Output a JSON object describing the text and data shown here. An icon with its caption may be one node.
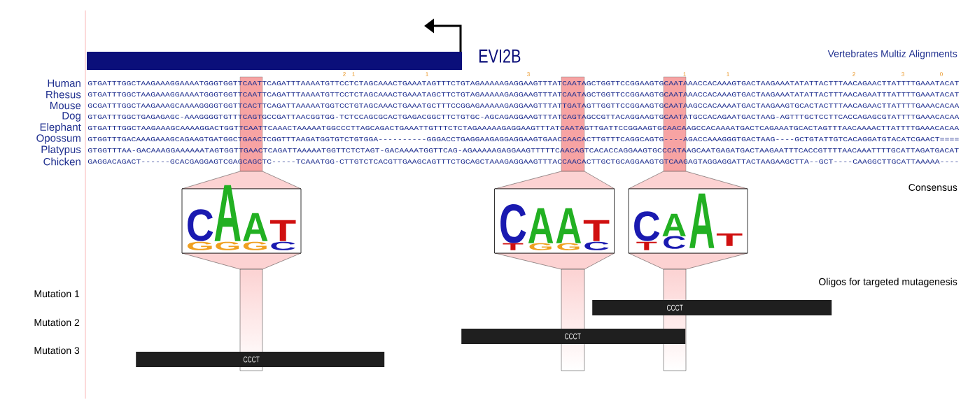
{
  "diagram": {
    "nodes": [
      {
        "text": [
          "C",
          "A",
          "A",
          "T",
          "G",
          "G",
          "G",
          "C"
        ]
      },
      {
        "text": [
          "C",
          "A",
          "A",
          "T",
          "T",
          "G",
          "G",
          "C"
        ]
      },
      {
        "text": [
          "C",
          "A",
          "A",
          "T",
          "T",
          "C"
        ]
      },
      {
        "text": [
          "CCCT"
        ]
      },
      {
        "text": [
          "CCCT"
        ]
      },
      {
        "text": [
          "CCCT"
        ]
      }
    ],
    "edges": [],
    "labels": [
      "EVI2B",
      "Vertebrates Multiz Alignments",
      "2",
      "1",
      "1",
      "3",
      "1",
      "1",
      "2",
      "3",
      "0",
      "Human",
      "GTGATTTGGCTAAGAAAGGAAAATGGGTGGTTCAATTCAGATTTAAAATGTTCCTCTAGCAAACTGAAATAGTTTCTGTAGAAAAAGAGGAAGTTTATCAATAGCTGGTTCCGGAAGTGCAATAAACCACAAAGTGACTAAGAAATATATTACTTTAACAGAACTTATTTTGAAATACAT",
      "Rhesus",
      "GTGATTTGGCTAAGAAAGGAAAATGGGTGGTTCAATTCAGATTTAAAATGTTCCTCTAGCAAACTGAAATAGCTTCTGTAGAAAAAGAGGAAGTTTATCAATAGCTGGTTCCGGAAGTGCAATAAACCACAAAGTGACTAAGAAATATATTACTTTAACAGAATTTATTTTGAAATACAT",
      "Mouse",
      "GCGATTTGGCTAAGAAAGCAAAAGGGGTGGTTCACTTCAGATTAAAAATGGTCCTGTAGCAAACTGAAATGCTTTCCGGAGAAAAAGAGGAAGTTTATTGATAGTTGGTTCCGGAAGTGCAATAAGCCACAAAATGACTAAGAAGTGCACTACTTTAACAGAACTTATTTTGAAACACAA",
      "Dog",
      "GTGATTTGGCTGAGAGAGC-AAAGGGGTGTTTCAGTGCCGATTAACGGTGG-TCTCCAGCGCACTGAGACGGCTTCTGTGC-AGCAGAGGAAGTTTATCAGTAGCCGTTACAGGAAGTGCAATATGCCACAGAATGACTAAG-AGTTTGCTCCTTCACCAGAGCGTATTTTGAAACACAA",
      "Elephant",
      "GTGATTTGGCTAAGAAAGCAAAAGGACTGGTTCAATTCAAACTAAAAATGGCCCTTAGCAGACTGAAATTGTTTCTCTAGAAAAAGAGGAAGTTTATCAATAGTTGATTCCGGAAGTGCAACAAGCCACAAAATGACTCAGAAATGCACTAGTTTAACAAAACTTATTTTGAAACACAA",
      "Opossum",
      "GTGGTTTGACAAAGAAAGCAGAAGTGATGGCTGAACTCGGTTTAAGATGGTGTCTGTGGA----------GGGACCTGAGGAAGAGGAGGAAGTGAACCAACACTTGTTTCAGGCAGTG----AGACCAAAGGGTGACTAAG----GCTGTATTGTCACAGGATGTACATCGAACT====",
      "Platypus",
      "GTGGTTTAA-GACAAAGGAAAAAATAGTGGTTGAACTCAGATTAAAAATGGTTCTCTAGT-GACAAAATGGTTCAG-AGAAAAAGAGGAAGTTTTTCAACAGTCACACCAGGAAGTGCCCATAAGCAATGAGATGACTAAGAATTTCACCGTTTTAACAAATTTTGCATTAGATGACAT",
      "Chicken",
      "GAGGACAGACT------GCACGAGGAGTCGAGCAGCTC-----TCAAATGG-CTTGTCTCACGTTGAAGCAGTTTCTGCAGCTAAAGAGGAAGTTTACCAACACTTGCTGCAGGAAGTGTCAAGAGTAGGAGGATTACTAAGAAGCTTA--GCT----CAAGGCTTGCATTAAAAA----",
      "Consensus",
      "Oligos for targeted mutagenesis",
      "Mutation 1",
      "Mutation 2",
      "Mutation 3"
    ]
  }
}
